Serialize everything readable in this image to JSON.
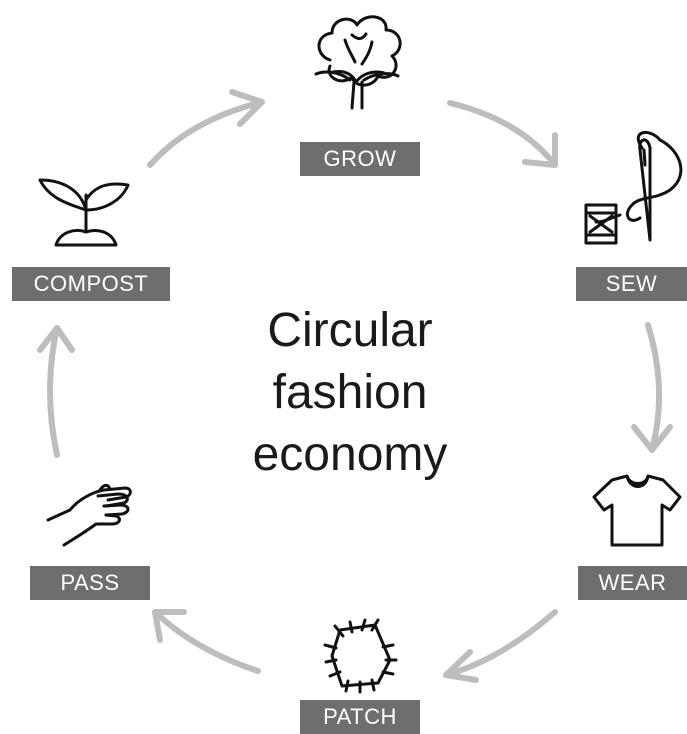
{
  "title_lines": [
    "Circular",
    "fashion",
    "economy"
  ],
  "stages": {
    "grow": "GROW",
    "sew": "SEW",
    "wear": "WEAR",
    "patch": "PATCH",
    "pass": "PASS",
    "compost": "COMPOST"
  },
  "colors": {
    "label_background": "#6e6e6e",
    "label_text": "#ffffff",
    "arrow": "#bdbdbd",
    "icon": "#111111",
    "title_text": "#1a1a1a"
  },
  "icons": {
    "grow": "cotton-boll-icon",
    "sew": "needle-thread-spool-icon",
    "wear": "t-shirt-icon",
    "patch": "patch-icon",
    "pass": "open-hand-icon",
    "compost": "sprout-icon"
  }
}
